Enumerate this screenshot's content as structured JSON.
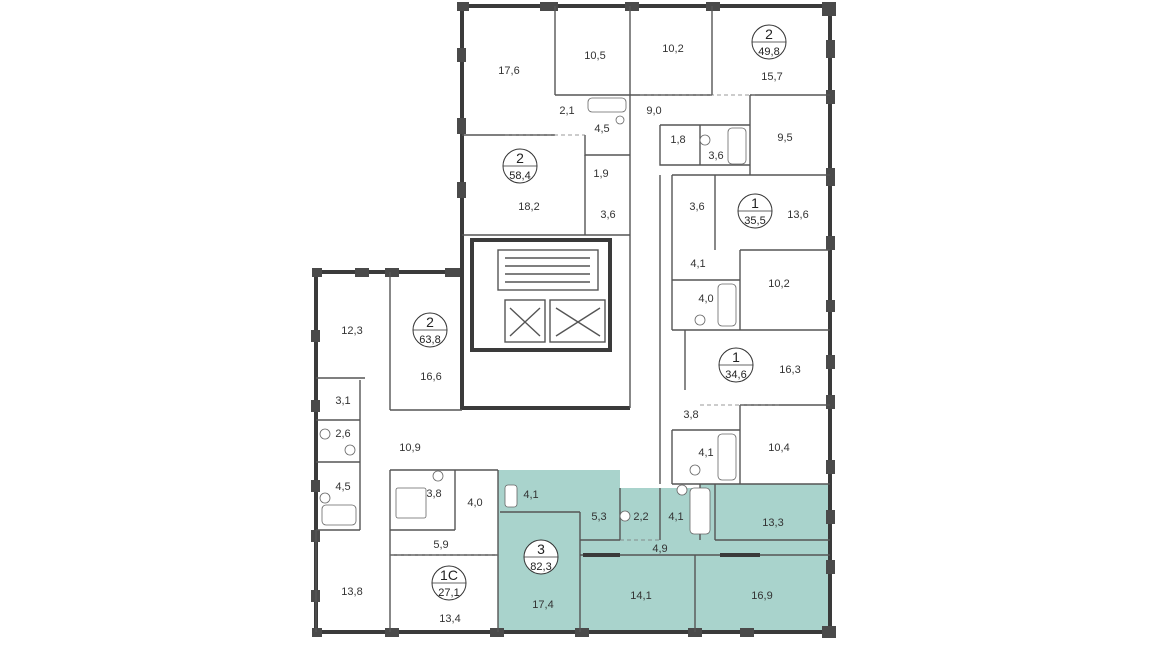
{
  "colors": {
    "highlight_fill": "#a9d3cc",
    "wall": "#3a3a3a",
    "background": "#ffffff"
  },
  "apartments": [
    {
      "id": "apt-top-left",
      "rooms": "2",
      "area": "58,4"
    },
    {
      "id": "apt-top-right",
      "rooms": "2",
      "area": "49,8"
    },
    {
      "id": "apt-right-upper",
      "rooms": "1",
      "area": "35,5"
    },
    {
      "id": "apt-right-middle",
      "rooms": "1",
      "area": "34,6"
    },
    {
      "id": "apt-left-wing",
      "rooms": "2",
      "area": "63,8"
    },
    {
      "id": "apt-studio",
      "rooms": "1С",
      "area": "27,1"
    },
    {
      "id": "apt-highlighted",
      "rooms": "3",
      "area": "82,3",
      "highlighted": true
    }
  ],
  "room_areas": [
    "17,6",
    "10,5",
    "10,2",
    "15,7",
    "2,1",
    "4,5",
    "9,0",
    "1,8",
    "3,6",
    "9,5",
    "1,9",
    "18,2",
    "3,6",
    "3,6",
    "13,6",
    "4,1",
    "10,2",
    "4,0",
    "12,3",
    "16,6",
    "16,3",
    "3,1",
    "3,8",
    "2,6",
    "10,9",
    "10,4",
    "4,1",
    "4,5",
    "3,8",
    "4,0",
    "4,1",
    "5,3",
    "2,2",
    "4,1",
    "13,3",
    "5,9",
    "4,9",
    "13,8",
    "17,4",
    "14,1",
    "16,9",
    "13,4"
  ]
}
